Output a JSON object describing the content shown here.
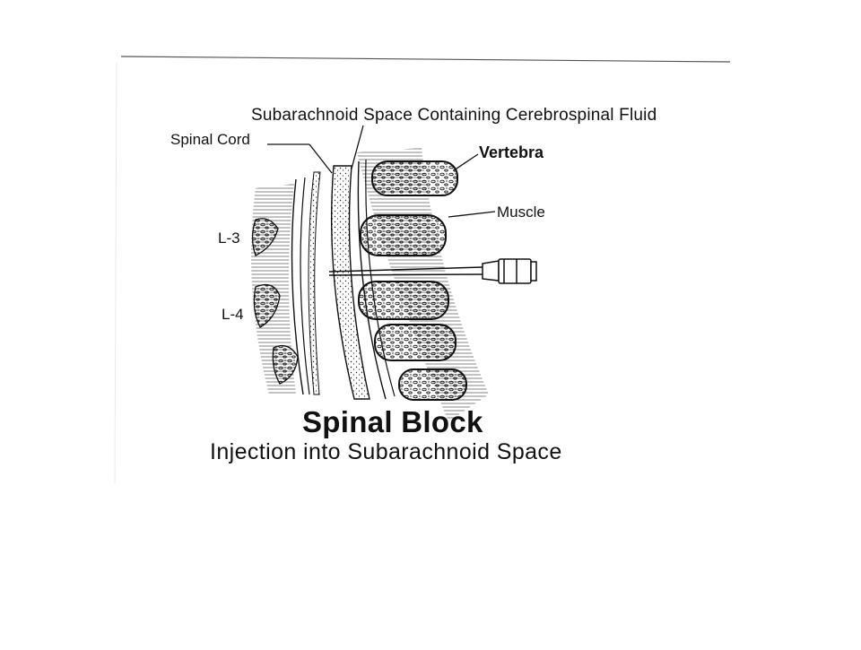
{
  "diagram": {
    "labels": {
      "subarachnoid_space": "Subarachnoid Space Containing Cerebrospinal Fluid",
      "spinal_cord": "Spinal Cord",
      "vertebra": "Vertebra",
      "muscle": "Muscle",
      "l3": "L-3",
      "l4": "L-4"
    },
    "title": "Spinal Block",
    "subtitle": "Injection into Subarachnoid Space"
  }
}
